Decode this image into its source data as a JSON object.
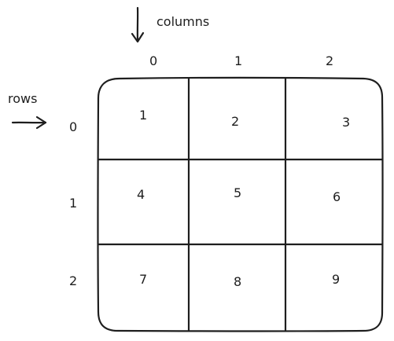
{
  "labels": {
    "columns": "columns",
    "rows": "rows"
  },
  "column_indices": [
    "0",
    "1",
    "2"
  ],
  "row_indices": [
    "0",
    "1",
    "2"
  ],
  "matrix": [
    [
      "1",
      "2",
      "3"
    ],
    [
      "4",
      "5",
      "6"
    ],
    [
      "7",
      "8",
      "9"
    ]
  ],
  "colors": {
    "ink": "#1e1e1e",
    "background": "#ffffff"
  },
  "icons": {
    "columns_arrow": "arrow-down-icon",
    "rows_arrow": "arrow-right-icon"
  }
}
